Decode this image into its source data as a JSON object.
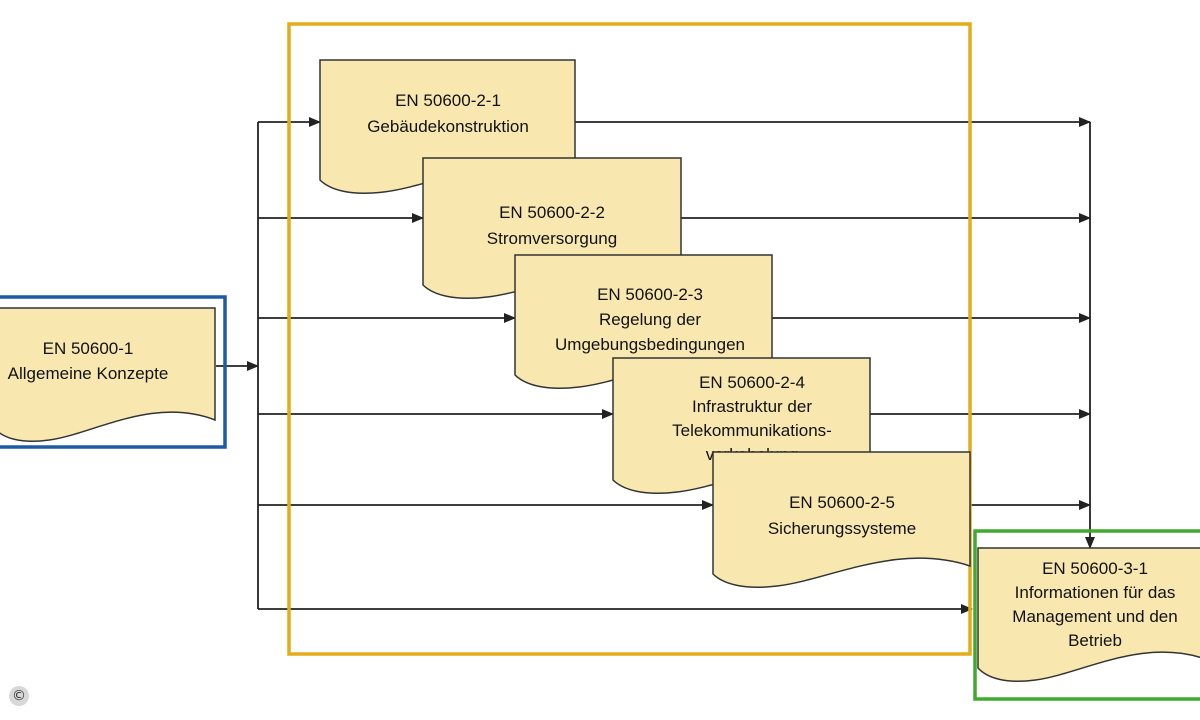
{
  "colors": {
    "doc_fill": "#f8e8b0",
    "doc_stroke": "#333333",
    "line": "#222222",
    "source_frame": "#1f5aa6",
    "parts_frame": "#e3ac18",
    "target_frame": "#3faa2d"
  },
  "source": {
    "lines": [
      "EN 50600-1",
      "Allgemeine Konzepte"
    ]
  },
  "parts": [
    {
      "lines": [
        "EN 50600-2-1",
        "Gebäudekonstruktion"
      ]
    },
    {
      "lines": [
        "EN 50600-2-2",
        "Stromversorgung"
      ]
    },
    {
      "lines": [
        "EN 50600-2-3",
        "Regelung der",
        "Umgebungsbedingungen"
      ]
    },
    {
      "lines": [
        "EN 50600-2-4",
        "Infrastruktur der",
        "Telekommunikations-",
        "verkabelung"
      ]
    },
    {
      "lines": [
        "EN 50600-2-5",
        "Sicherungssysteme"
      ]
    }
  ],
  "target": {
    "lines": [
      "EN 50600-3-1",
      "Informationen für das",
      "Management und den",
      "Betrieb"
    ]
  },
  "copyright_symbol": "©"
}
